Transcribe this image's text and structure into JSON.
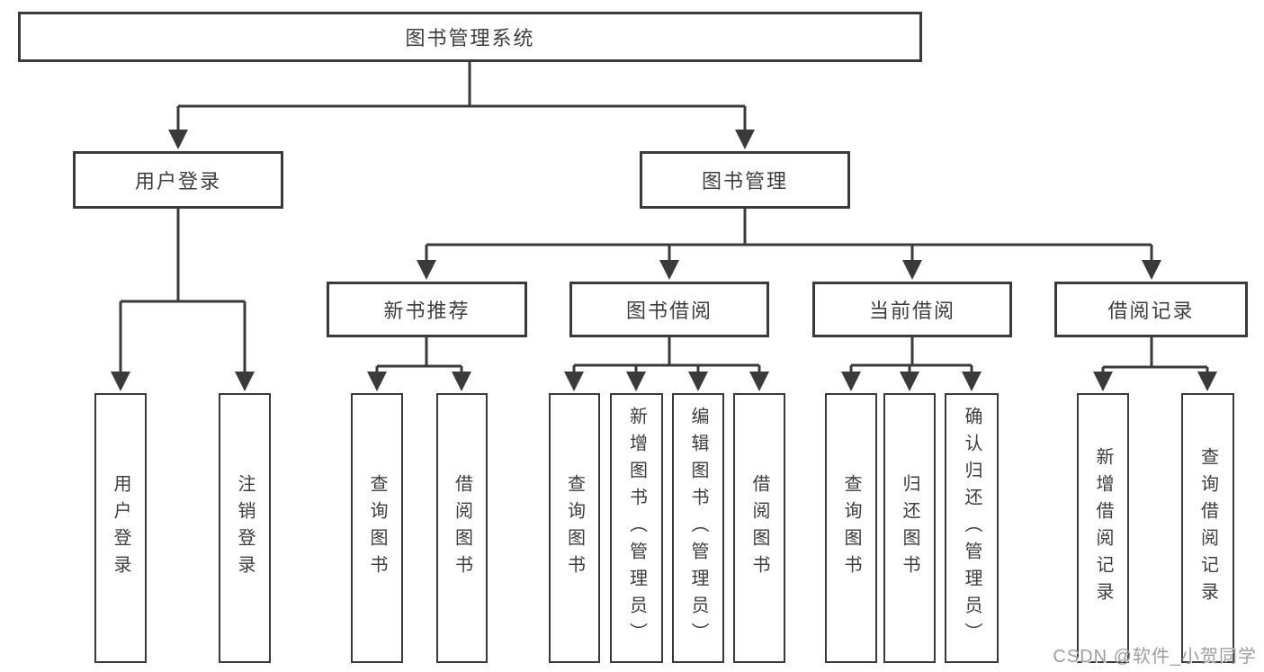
{
  "watermark": {
    "text": "CSDN @软件_小贺同学"
  },
  "colors": {
    "line": "#3a3a3a",
    "text": "#3d3d3d",
    "watermark": "#9e9e9e",
    "background": "#ffffff"
  },
  "tree": {
    "label": "图书管理系统",
    "children": [
      {
        "label": "用户登录",
        "children": [
          {
            "label": "用户登录"
          },
          {
            "label": "注销登录"
          }
        ]
      },
      {
        "label": "图书管理",
        "children": [
          {
            "label": "新书推荐",
            "children": [
              {
                "label": "查询图书"
              },
              {
                "label": "借阅图书"
              }
            ]
          },
          {
            "label": "图书借阅",
            "children": [
              {
                "label": "查询图书"
              },
              {
                "label": "新增图书（管理员）"
              },
              {
                "label": "编辑图书（管理员）"
              },
              {
                "label": "借阅图书"
              }
            ]
          },
          {
            "label": "当前借阅",
            "children": [
              {
                "label": "查询图书"
              },
              {
                "label": "归还图书"
              },
              {
                "label": "确认归还（管理员）"
              }
            ]
          },
          {
            "label": "借阅记录",
            "children": [
              {
                "label": "新增借阅记录"
              },
              {
                "label": "查询借阅记录"
              }
            ]
          }
        ]
      }
    ]
  }
}
